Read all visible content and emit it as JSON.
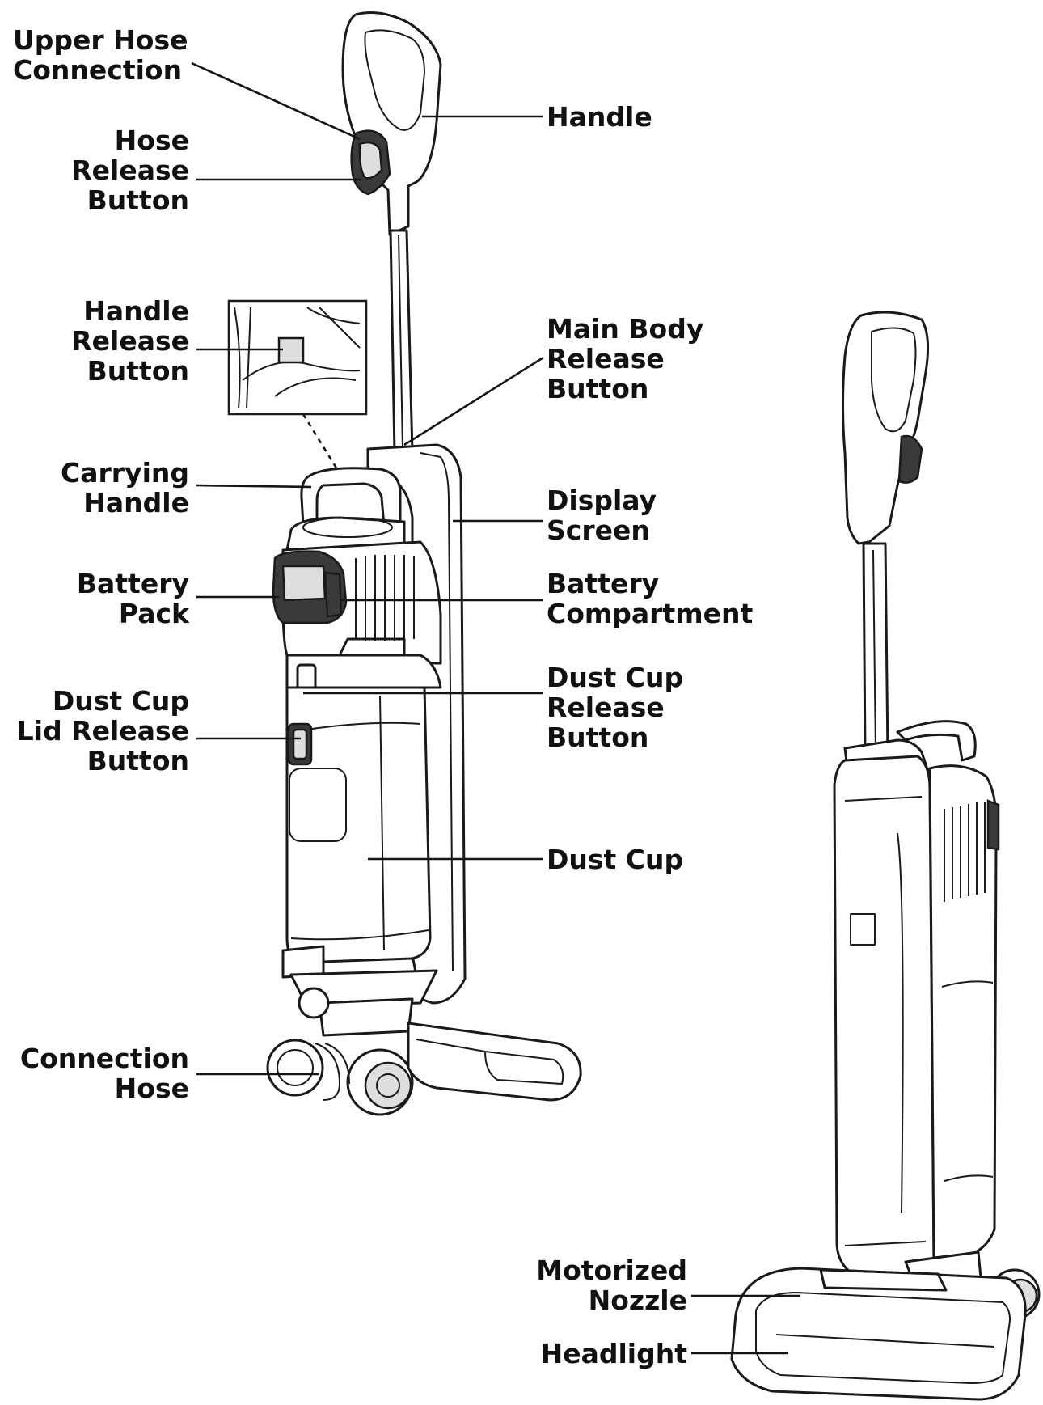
{
  "labels": {
    "upper_hose_connection": [
      "Upper Hose",
      "Connection"
    ],
    "hose_release_button": [
      "Hose",
      "Release",
      "Button"
    ],
    "handle": [
      "Handle"
    ],
    "handle_release_button": [
      "Handle",
      "Release",
      "Button"
    ],
    "main_body_release_button": [
      "Main Body",
      "Release",
      "Button"
    ],
    "carrying_handle": [
      "Carrying",
      "Handle"
    ],
    "display_screen": [
      "Display",
      "Screen"
    ],
    "battery_pack": [
      "Battery",
      "Pack"
    ],
    "battery_compartment": [
      "Battery",
      "Compartment"
    ],
    "dust_cup_lid_release_button": [
      "Dust Cup",
      "Lid Release",
      "Button"
    ],
    "dust_cup_release_button": [
      "Dust Cup",
      "Release",
      "Button"
    ],
    "dust_cup": [
      "Dust Cup"
    ],
    "connection_hose": [
      "Connection",
      "Hose"
    ],
    "motorized_nozzle": [
      "Motorized",
      "Nozzle"
    ],
    "headlight": [
      "Headlight"
    ]
  },
  "colors": {
    "ink": "#111111",
    "background": "#ffffff"
  }
}
